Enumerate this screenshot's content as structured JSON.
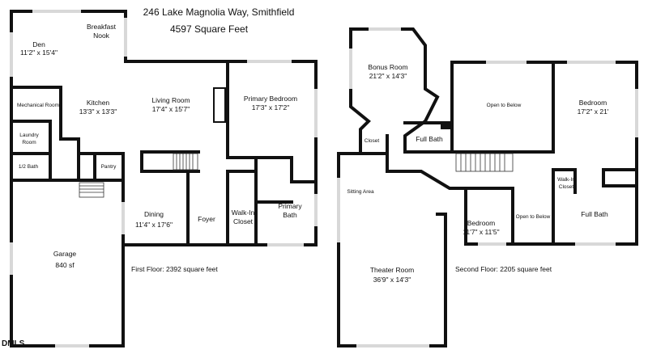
{
  "header": {
    "address": "246 Lake Magnolia Way, Smithfield",
    "total_area": "4597 Square Feet"
  },
  "first_floor": {
    "caption": "First Floor: 2392 square feet",
    "rooms": {
      "den": {
        "name": "Den",
        "dim": "11'2\" x 15'4\""
      },
      "breakfast_nook": {
        "name1": "Breakfast",
        "name2": "Nook"
      },
      "mechanical_room": {
        "name": "Mechanical Room"
      },
      "kitchen": {
        "name": "Kitchen",
        "dim": "13'3\" x 13'3\""
      },
      "living_room": {
        "name": "Living Room",
        "dim": "17'4\" x 15'7\""
      },
      "primary_bedroom": {
        "name": "Primary Bedroom",
        "dim": "17'3\" x 17'2\""
      },
      "laundry_room": {
        "name1": "Laundry",
        "name2": "Room"
      },
      "half_bath": {
        "name": "1/2 Bath"
      },
      "pantry": {
        "name": "Pantry"
      },
      "dining": {
        "name": "Dining",
        "dim": "11'4\" x 17'6\""
      },
      "foyer": {
        "name": "Foyer"
      },
      "walkin_closet": {
        "name1": "Walk-In",
        "name2": "Closet"
      },
      "primary_bath": {
        "name1": "Primary",
        "name2": "Bath"
      },
      "garage": {
        "name": "Garage",
        "dim": "840 sf"
      }
    }
  },
  "second_floor": {
    "caption": "Second Floor: 2205 square feet",
    "rooms": {
      "bonus_room": {
        "name": "Bonus Room",
        "dim": "21'2\" x 14'3\""
      },
      "open_to_below_1": {
        "name": "Open to Below"
      },
      "bedroom_1": {
        "name": "Bedroom",
        "dim": "17'2\" x 21'"
      },
      "closet": {
        "name": "Closet"
      },
      "full_bath_1": {
        "name": "Full Bath"
      },
      "sitting_area": {
        "name": "Sitting Area"
      },
      "walkin_closet": {
        "name1": "Walk-In",
        "name2": "Closet"
      },
      "full_bath_2": {
        "name": "Full Bath"
      },
      "bedroom_2": {
        "name": "Bedroom",
        "dim": "11'7\" x 11'5\""
      },
      "open_to_below_2": {
        "name": "Open to Below"
      },
      "theater_room": {
        "name": "Theater Room",
        "dim": "36'9\" x 14'3\""
      }
    }
  },
  "watermark": "DMLS",
  "colors": {
    "wall": "#111111",
    "window": "#d8d8d8",
    "background": "#ffffff"
  }
}
